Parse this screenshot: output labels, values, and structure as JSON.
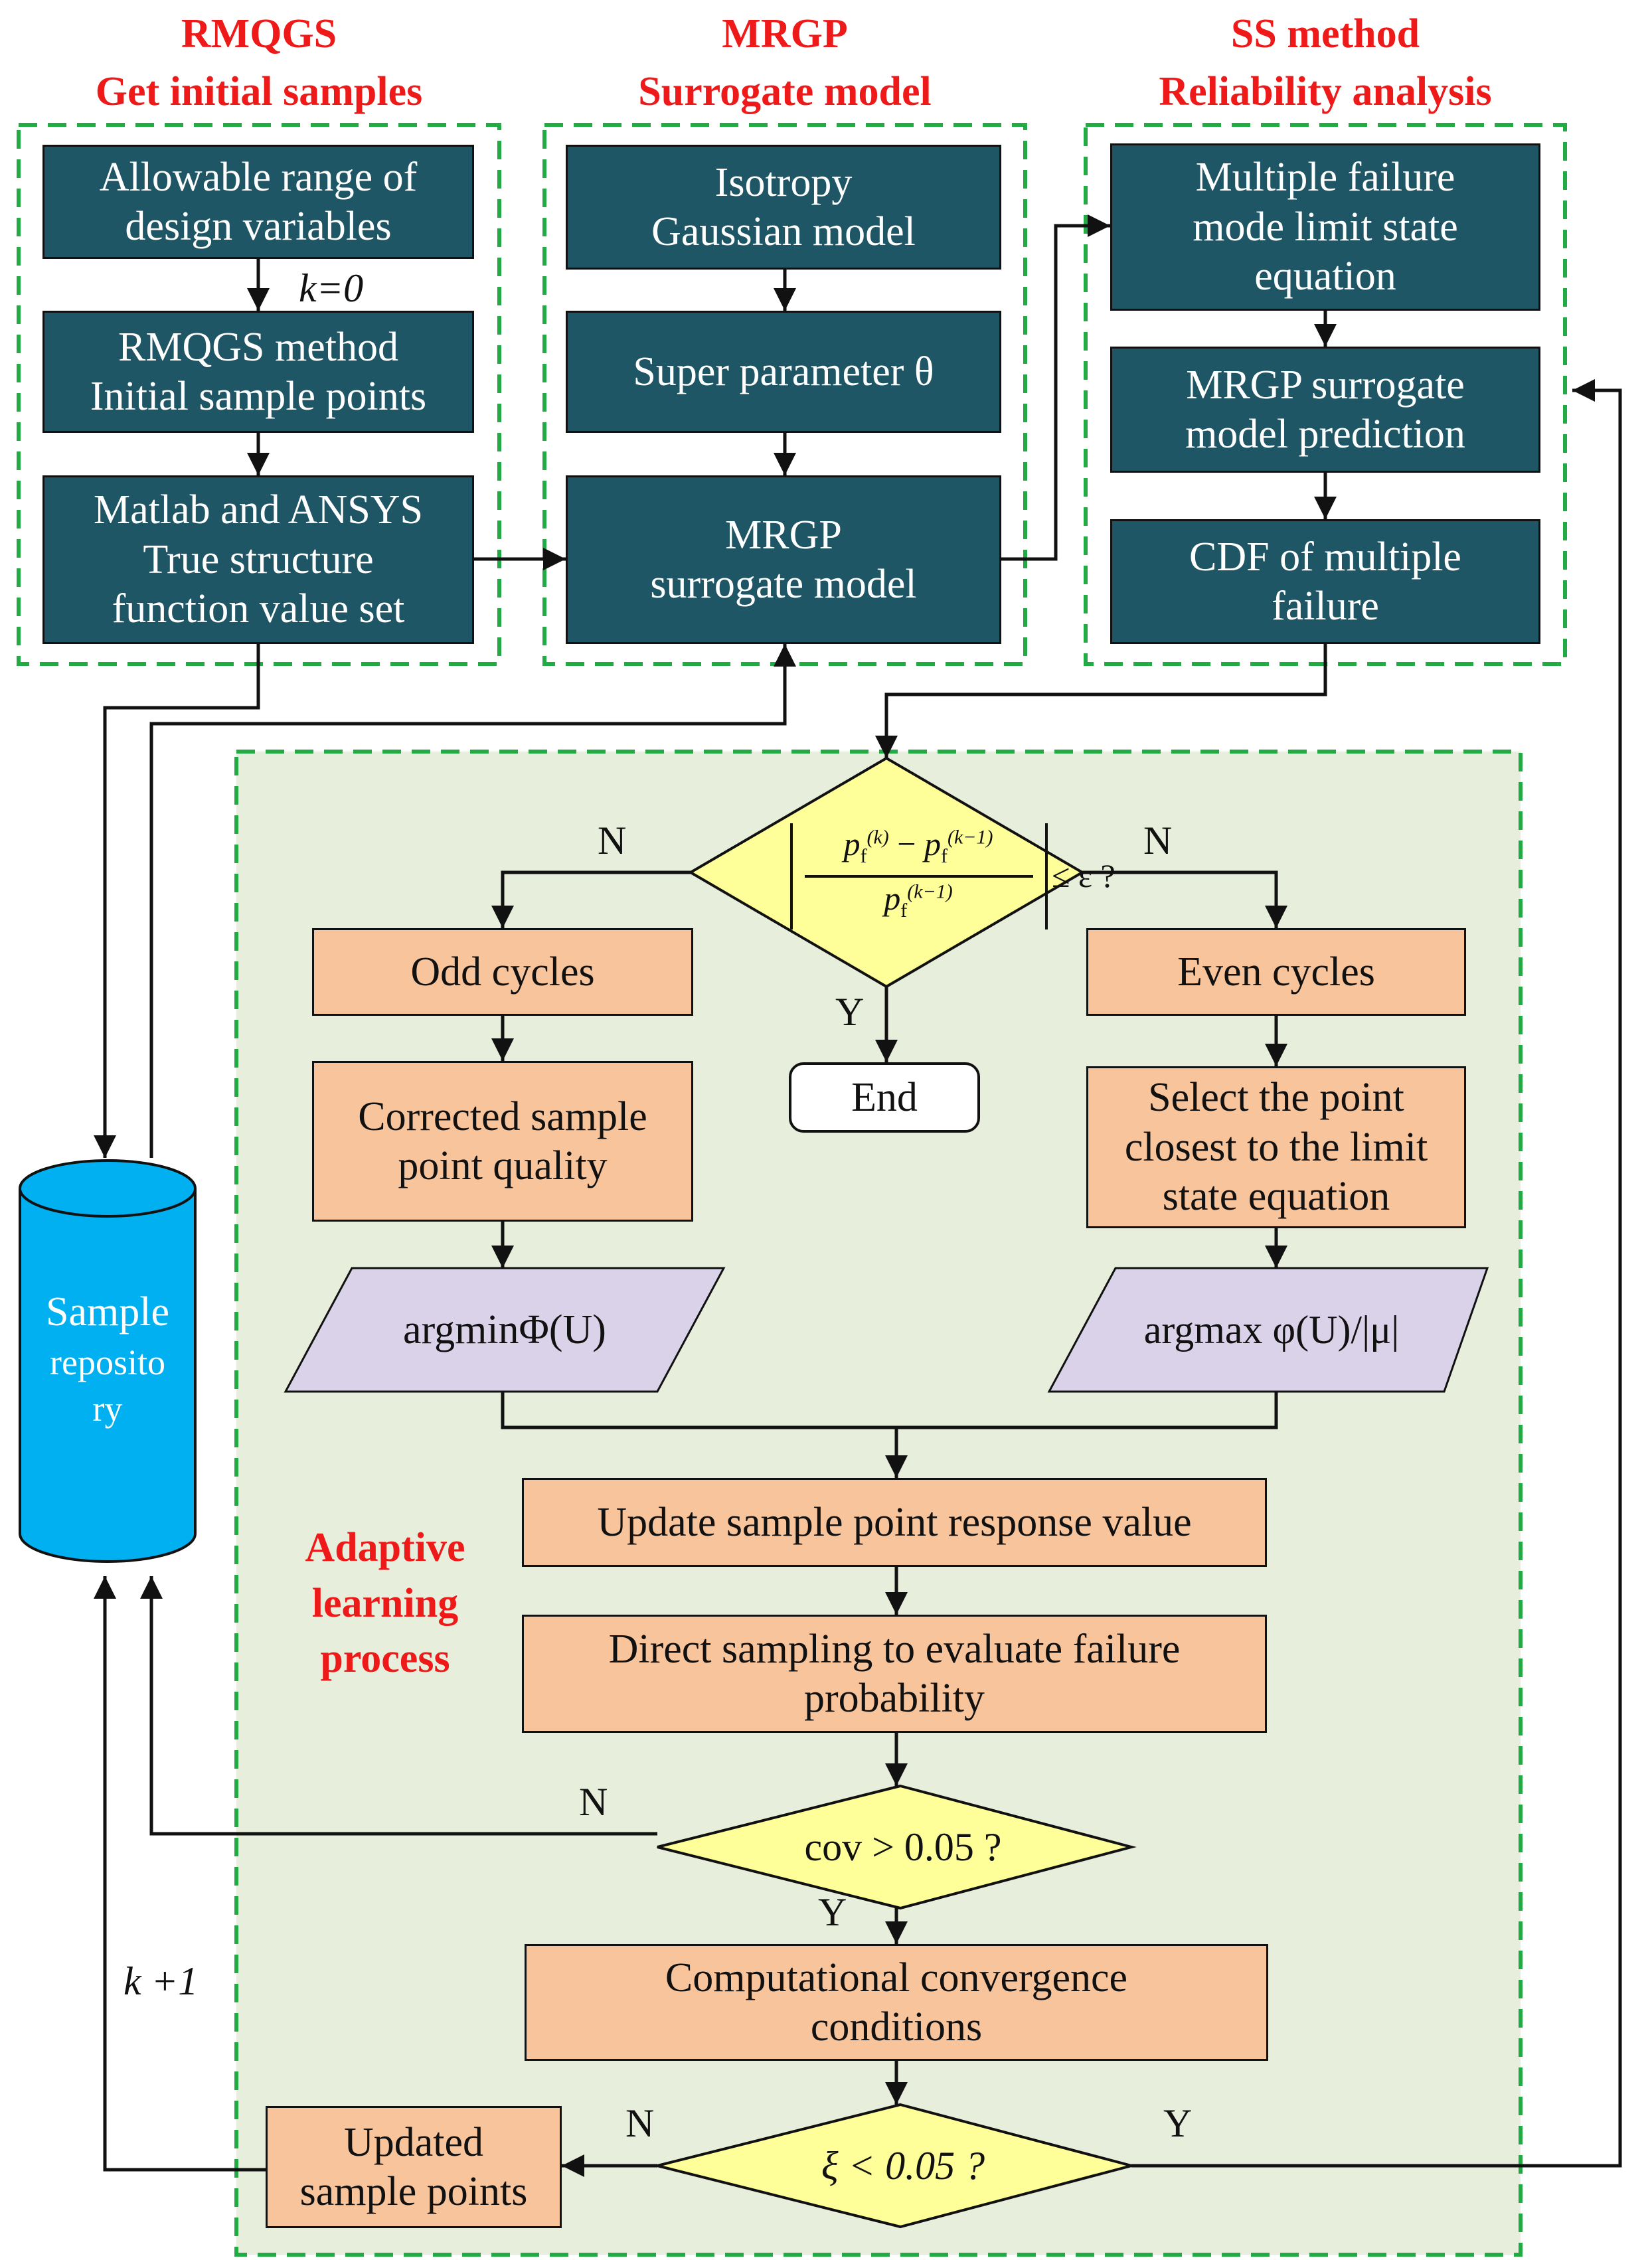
{
  "headers": {
    "rmqgs": [
      "RMQGS",
      "Get initial samples"
    ],
    "mrgp": [
      "MRGP",
      "Surrogate model"
    ],
    "ss": [
      "SS method",
      "Reliability analysis"
    ]
  },
  "boxes": {
    "allowable_range": [
      "Allowable range of",
      "design variables"
    ],
    "rmqgs_method": [
      "RMQGS method",
      "Initial sample points"
    ],
    "matlab_ansys": [
      "Matlab and ANSYS",
      "True structure",
      "function value set"
    ],
    "isotropy": [
      "Isotropy",
      "Gaussian model"
    ],
    "super_parameter": [
      "Super parameter θ"
    ],
    "mrgp_model": [
      "MRGP",
      "surrogate model"
    ],
    "limit_state": [
      "Multiple failure",
      "mode limit state",
      "equation"
    ],
    "mrgp_prediction": [
      "MRGP surrogate",
      "model prediction"
    ],
    "cdf": [
      "CDF of multiple",
      "failure"
    ],
    "odd_cycles": [
      "Odd cycles"
    ],
    "corrected_quality": [
      "Corrected sample",
      "point quality"
    ],
    "even_cycles": [
      "Even cycles"
    ],
    "select_point": [
      "Select the point",
      "closest to the limit",
      "state equation"
    ],
    "update_response": [
      "Update sample point response value"
    ],
    "direct_sampling": [
      "Direct sampling to evaluate failure",
      "probability"
    ],
    "convergence": [
      "Computational convergence",
      "conditions"
    ],
    "updated_points": [
      "Updated",
      "sample points"
    ]
  },
  "terminals": {
    "end": "End"
  },
  "parallelograms": {
    "argmin": "argminΦ(U)",
    "argmax": "argmax φ(U)/|μ|"
  },
  "decisions": {
    "pf_convergence": "|(p_f^(k) − p_f^(k−1)) / p_f^(k−1)| ≤ ε ?",
    "pf_num_left": "p",
    "pf_num_left_sup": "(k)",
    "pf_num_right": "p",
    "pf_num_right_sup": "(k−1)",
    "pf_den": "p",
    "pf_den_sup": "(k−1)",
    "pf_sub": "f",
    "pf_minus": "−",
    "pf_tail": "≤ ε ?",
    "cov": "cov > 0.05 ?",
    "xi": "ξ < 0.05 ?"
  },
  "repository": [
    "Sample",
    "reposito",
    "ry"
  ],
  "labels": {
    "k0": "k=0",
    "k_plus_1": "k +1",
    "n": "N",
    "y": "Y"
  },
  "region_title": [
    "Adaptive",
    "learning",
    "process"
  ],
  "colors": {
    "module_fill": "#1f5665",
    "step_fill": "#f8c49b",
    "decision_fill": "#ffff99",
    "io_fill": "#d9d2e9",
    "repository_fill": "#00b0f0",
    "region_fill": "#e8eedc",
    "dashed_border": "#22aa44",
    "header_red": "#ee1a1a"
  }
}
